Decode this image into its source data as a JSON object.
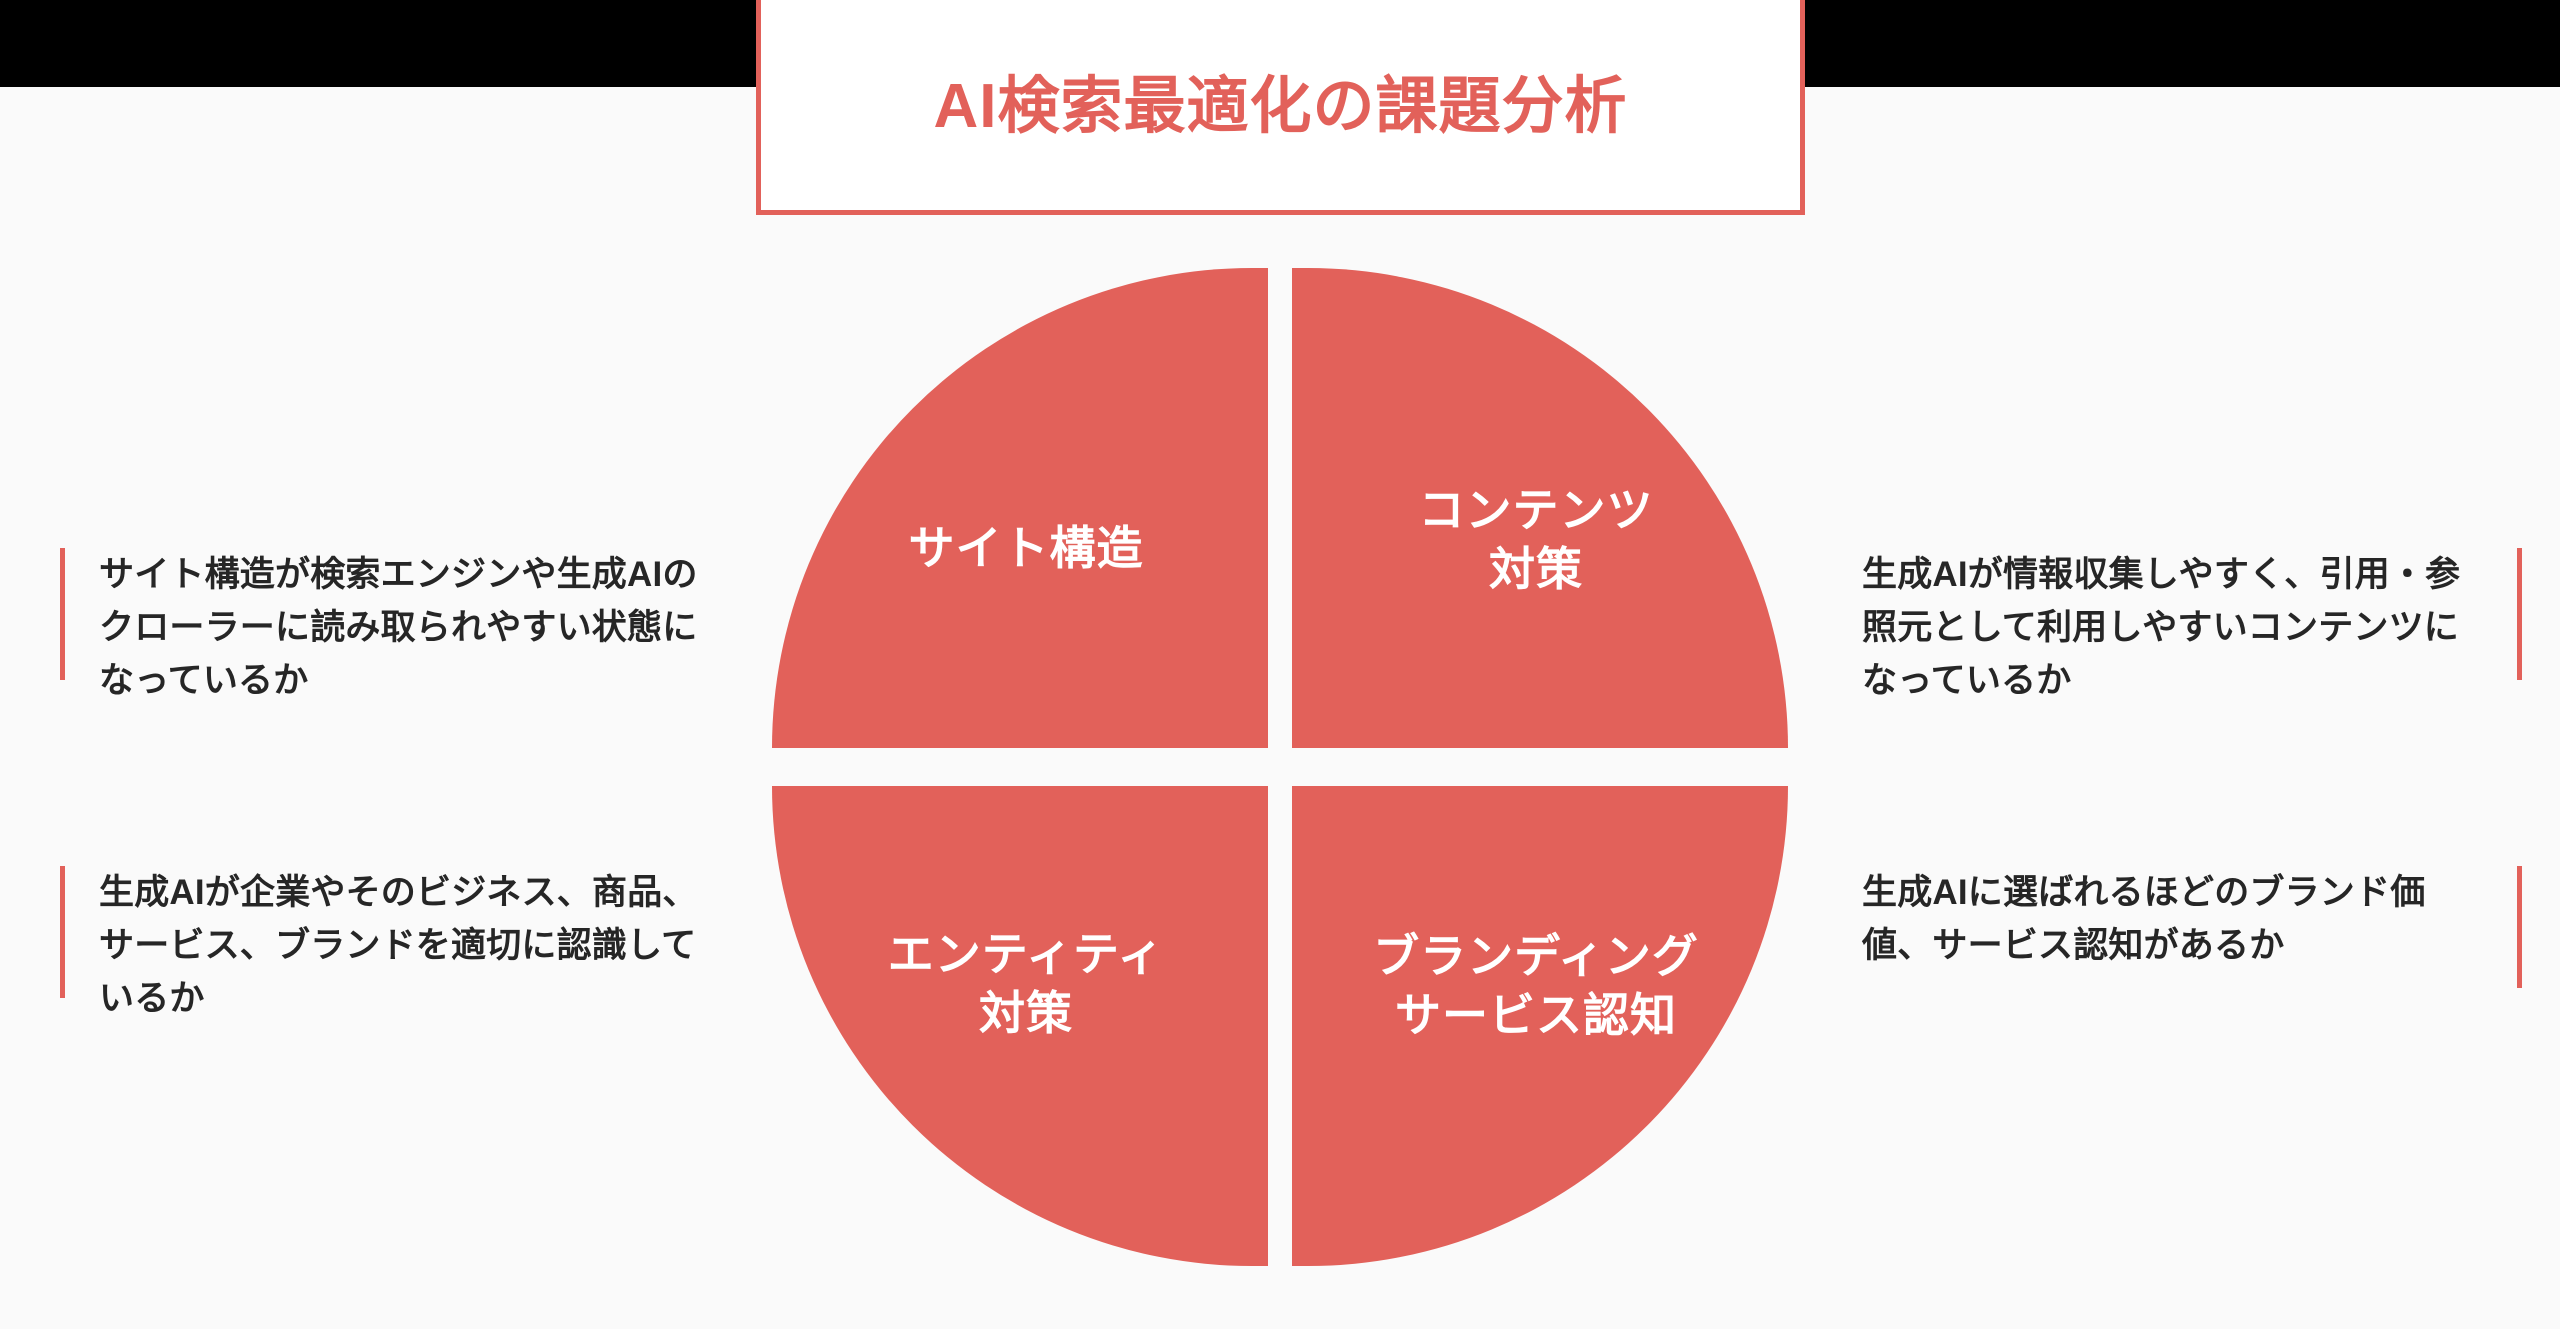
{
  "theme": {
    "accent": "#E2615A",
    "background": "#FAFAFA",
    "bar_color": "#000000",
    "text_color": "#262626",
    "quadrant_text_color": "#FFFFFF"
  },
  "header": {
    "title": "AI検索最適化の課題分析"
  },
  "diagram": {
    "type": "quadrant-circle",
    "quadrants": [
      {
        "position": "top-left",
        "label": "サイト構造"
      },
      {
        "position": "top-right",
        "label": "コンテンツ\n対策"
      },
      {
        "position": "bottom-left",
        "label": "エンティティ\n対策"
      },
      {
        "position": "bottom-right",
        "label": "ブランディング\nサービス認知"
      }
    ]
  },
  "descriptions": {
    "site_structure": "サイト構造が検索エンジンや生成AIのクローラーに読み取られやすい状態になっているか",
    "content_measures": "生成AIが情報収集しやすく、引用・参照元として利用しやすいコンテンツになっているか",
    "entity_measures": "生成AIが企業やそのビジネス、商品、サービス、ブランドを適切に認識しているか",
    "branding_awareness": "生成AIに選ばれるほどのブランド価値、サービス認知があるか"
  }
}
